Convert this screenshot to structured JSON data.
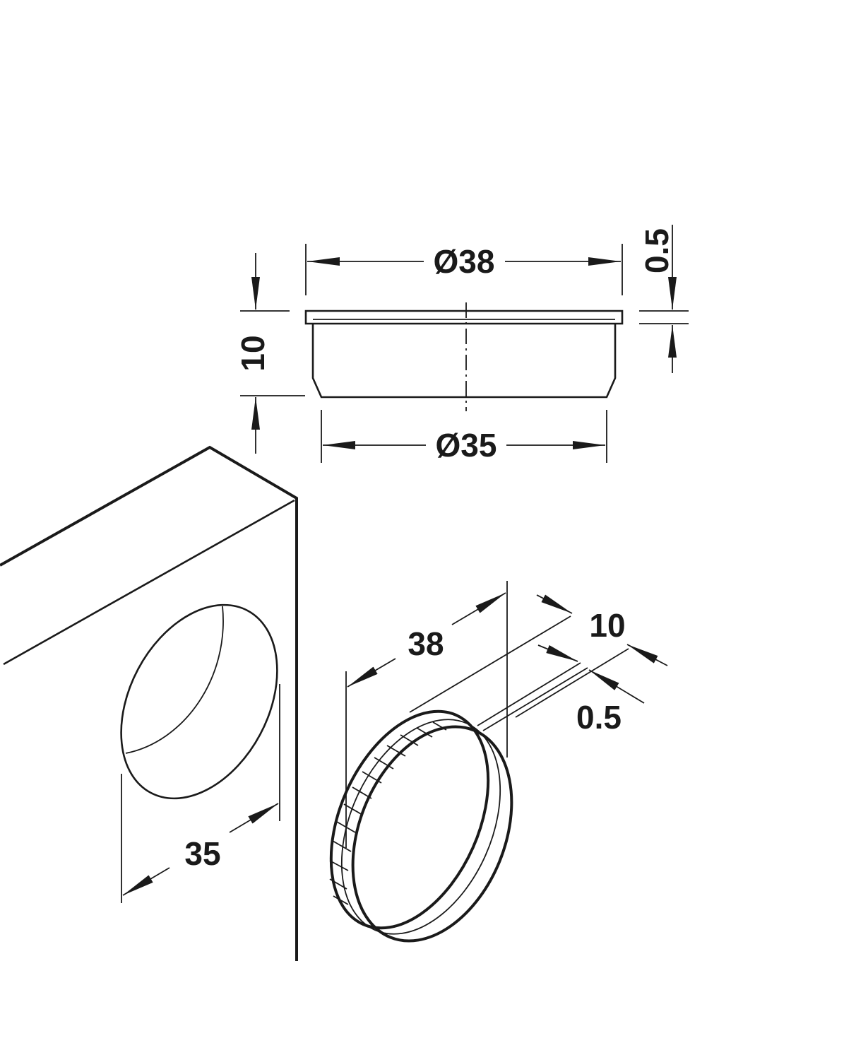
{
  "drawing": {
    "side_view": {
      "outer_diameter": "Ø38",
      "inner_diameter": "Ø35",
      "height": "10",
      "flange_thickness": "0.5"
    },
    "iso_view": {
      "hole_diameter": "35",
      "cap_diameter": "38",
      "cap_height": "10",
      "flange_thickness": "0.5"
    },
    "line_color": "#1a1a1a"
  }
}
